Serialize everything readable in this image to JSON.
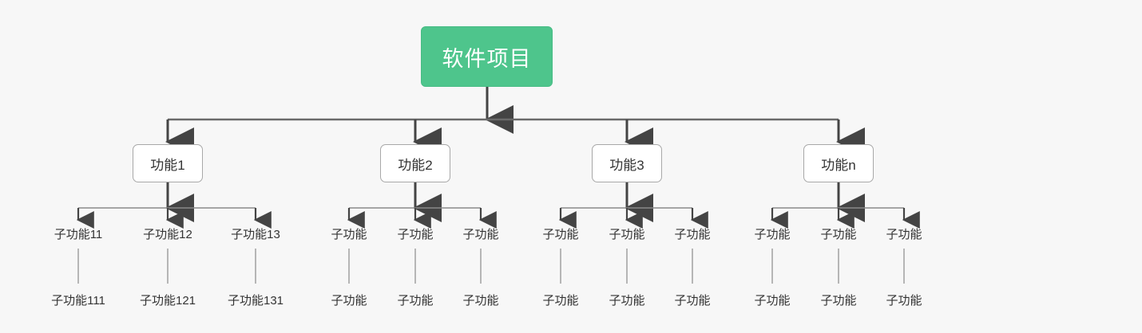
{
  "diagram": {
    "title_text": "软件项目",
    "background_color": "#f7f7f7",
    "root": {
      "label": "软件项目",
      "fill_color": "#4ec58c",
      "text_color": "#ffffff"
    },
    "branches": [
      {
        "label": "功能1",
        "children": [
          {
            "label": "子功能11",
            "child": {
              "label": "子功能111"
            }
          },
          {
            "label": "子功能12",
            "child": {
              "label": "子功能121"
            }
          },
          {
            "label": "子功能13",
            "child": {
              "label": "子功能131"
            }
          }
        ]
      },
      {
        "label": "功能2",
        "children": [
          {
            "label": "子功能",
            "child": {
              "label": "子功能"
            }
          },
          {
            "label": "子功能",
            "child": {
              "label": "子功能"
            }
          },
          {
            "label": "子功能",
            "child": {
              "label": "子功能"
            }
          }
        ]
      },
      {
        "label": "功能3",
        "children": [
          {
            "label": "子功能",
            "child": {
              "label": "子功能"
            }
          },
          {
            "label": "子功能",
            "child": {
              "label": "子功能"
            }
          },
          {
            "label": "子功能",
            "child": {
              "label": "子功能"
            }
          }
        ]
      },
      {
        "label": "功能n",
        "children": [
          {
            "label": "子功能",
            "child": {
              "label": "子功能"
            }
          },
          {
            "label": "子功能",
            "child": {
              "label": "子功能"
            }
          },
          {
            "label": "子功能",
            "child": {
              "label": "子功能"
            }
          }
        ]
      }
    ],
    "connector_color": "#5a5a5a",
    "thin_connector_color": "#9a9a9a"
  }
}
